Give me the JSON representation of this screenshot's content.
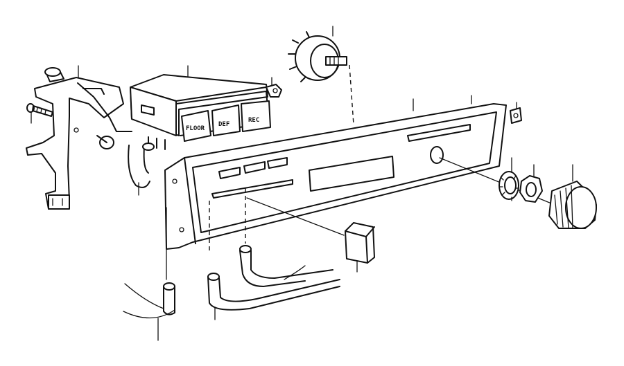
{
  "diagram": {
    "button_labels": {
      "floor": "FLOOR",
      "def": "DEF",
      "rec": "REC"
    },
    "colors": {
      "line": "#111111",
      "background": "#ffffff"
    }
  }
}
